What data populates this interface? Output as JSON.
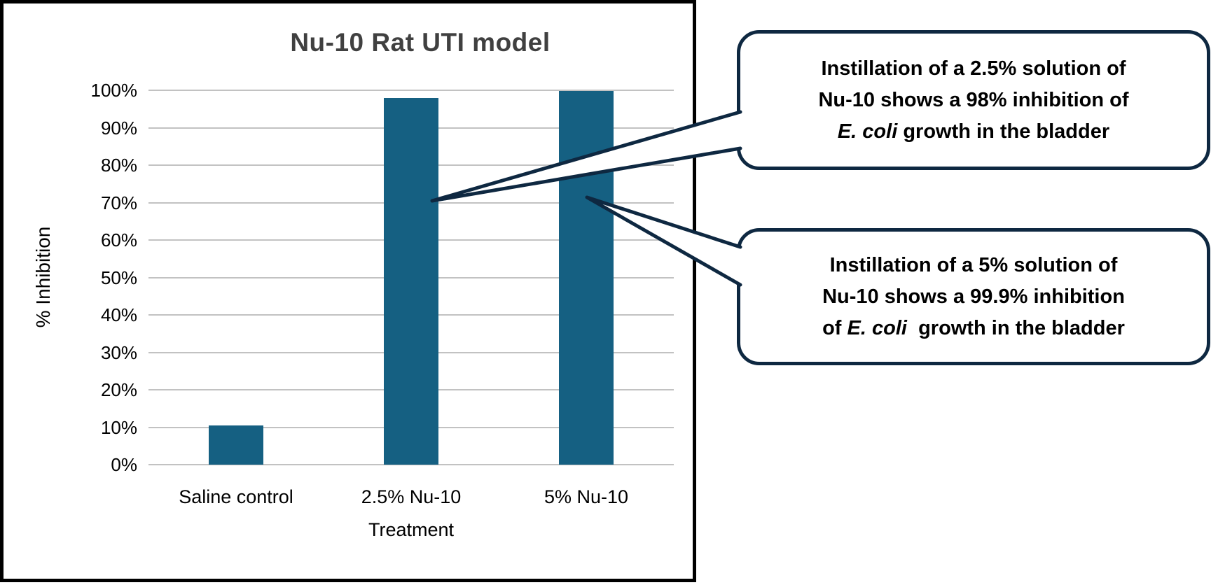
{
  "chart_data": {
    "type": "bar",
    "title": "Nu-10 Rat UTI model",
    "categories": [
      "Saline control",
      "2.5% Nu-10",
      "5% Nu-10"
    ],
    "values": [
      10.5,
      98,
      99.9
    ],
    "xlabel": "Treatment",
    "ylabel": "% Inhibition",
    "ylim": [
      0,
      100
    ],
    "ytick_step": 10,
    "ytick_suffix": "%",
    "grid": true,
    "legend": "none",
    "bar_color": "#156082"
  },
  "callouts": [
    {
      "line1": "Instillation of a 2.5% solution of",
      "line2": "Nu-10 shows a 98% inhibition of",
      "line3_pre": "",
      "line3_italic": "E. coli",
      "line3_rest": " growth in the bladder"
    },
    {
      "line1": "Instillation of a 5% solution of",
      "line2": "Nu-10 shows a 99.9% inhibition",
      "line3_pre": "of ",
      "line3_italic": "E. coli",
      "line3_rest": "  growth in the bladder"
    }
  ],
  "colors": {
    "bar": "#156082",
    "callout_border": "#0E2841",
    "gridline": "#C2C2C2",
    "title_text": "#404040",
    "frame_border": "#000000"
  }
}
